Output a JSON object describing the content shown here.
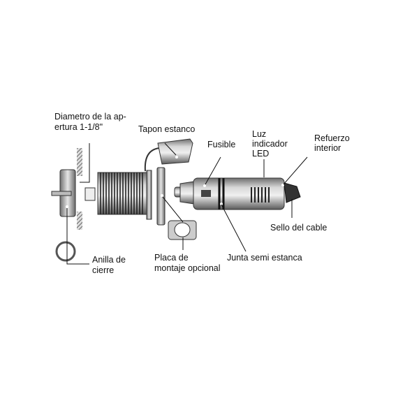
{
  "labels": {
    "diameter_line1": "Diametro de la ap-",
    "diameter_line2": "ertura 1-1/8\"",
    "cap": "Tapon estanco",
    "fuse": "Fusible",
    "led_line1": "Luz",
    "led_line2": "indicador",
    "led_line3": "LED",
    "reinforcement_line1": "Refuerzo",
    "reinforcement_line2": "interior",
    "cable_seal": "Sello del cable",
    "gasket": "Junta semi estanca",
    "plate_line1": "Placa de",
    "plate_line2": "montaje opcional",
    "ring_line1": "Anilla de",
    "ring_line2": "cierre"
  }
}
